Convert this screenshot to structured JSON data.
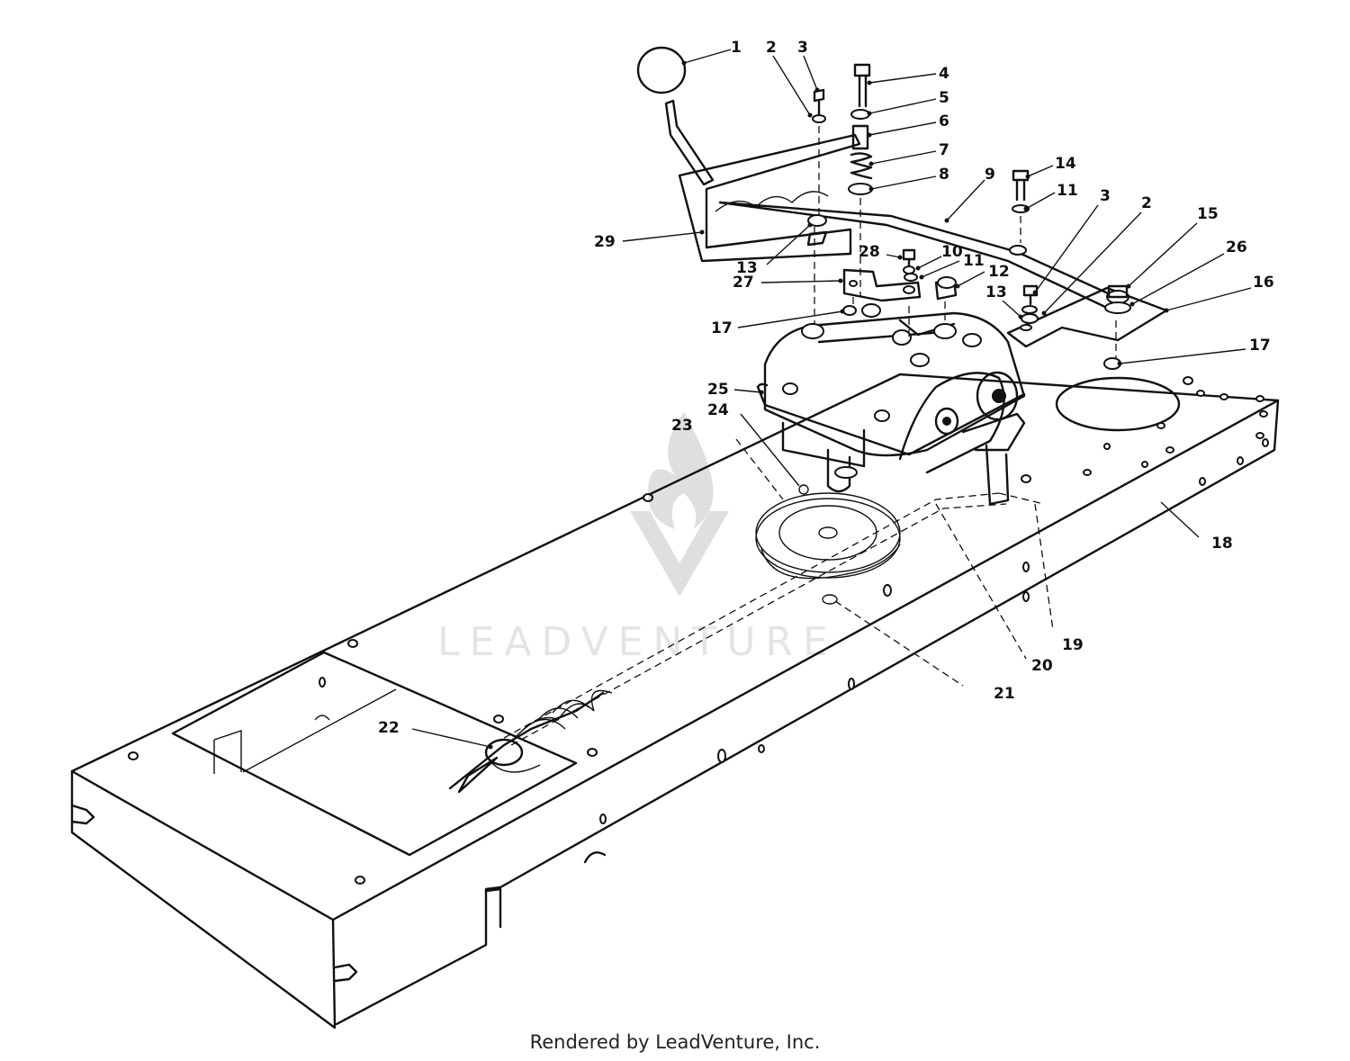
{
  "diagram": {
    "callouts": [
      "1",
      "2",
      "3",
      "4",
      "5",
      "6",
      "7",
      "8",
      "9",
      "14",
      "11",
      "3",
      "2",
      "15",
      "26",
      "16",
      "29",
      "13",
      "28",
      "10",
      "11",
      "12",
      "27",
      "13",
      "17",
      "17",
      "25",
      "24",
      "23",
      "18",
      "19",
      "20",
      "21",
      "22"
    ]
  },
  "watermark": {
    "text": "LEADVENTURE"
  },
  "footer": {
    "text": "Rendered by LeadVenture, Inc."
  }
}
